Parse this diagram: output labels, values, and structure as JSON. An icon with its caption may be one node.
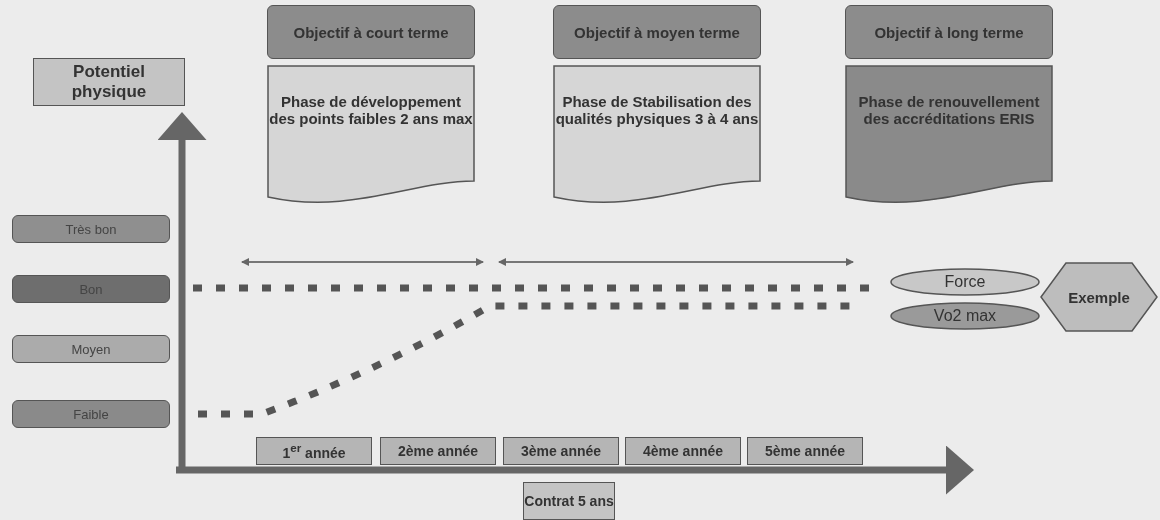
{
  "diagram": {
    "nodes": [
      {
        "text": [
          "Objectif à court terme"
        ]
      },
      {
        "text": [
          "Objectif à moyen terme"
        ]
      },
      {
        "text": [
          "Objectif à long terme"
        ]
      },
      {
        "text": [
          "Potentiel physique"
        ]
      },
      {
        "text": [
          "Phase de développement des points faibles 2 ans max"
        ]
      },
      {
        "text": [
          "Phase de Stabilisation des qualités physiques 3 à 4 ans"
        ]
      },
      {
        "text": [
          "Phase de renouvellement des accréditations ERIS"
        ]
      },
      {
        "text": [
          "Très bon"
        ]
      },
      {
        "text": [
          "Bon"
        ]
      },
      {
        "text": [
          "Force"
        ]
      },
      {
        "text": [
          "Exemple"
        ]
      },
      {
        "text": [
          "Vo2 max"
        ]
      },
      {
        "text": [
          "Moyen"
        ]
      },
      {
        "text": [
          "Faible"
        ]
      },
      {
        "text": [
          "1$^{er}$ année"
        ]
      },
      {
        "text": [
          "2ème année"
        ]
      },
      {
        "text": [
          "3ème année"
        ]
      },
      {
        "text": [
          "4ème année"
        ]
      },
      {
        "text": [
          "5ème année"
        ]
      },
      {
        "text": [
          "Contrat 5 ans"
        ]
      }
    ]
  }
}
